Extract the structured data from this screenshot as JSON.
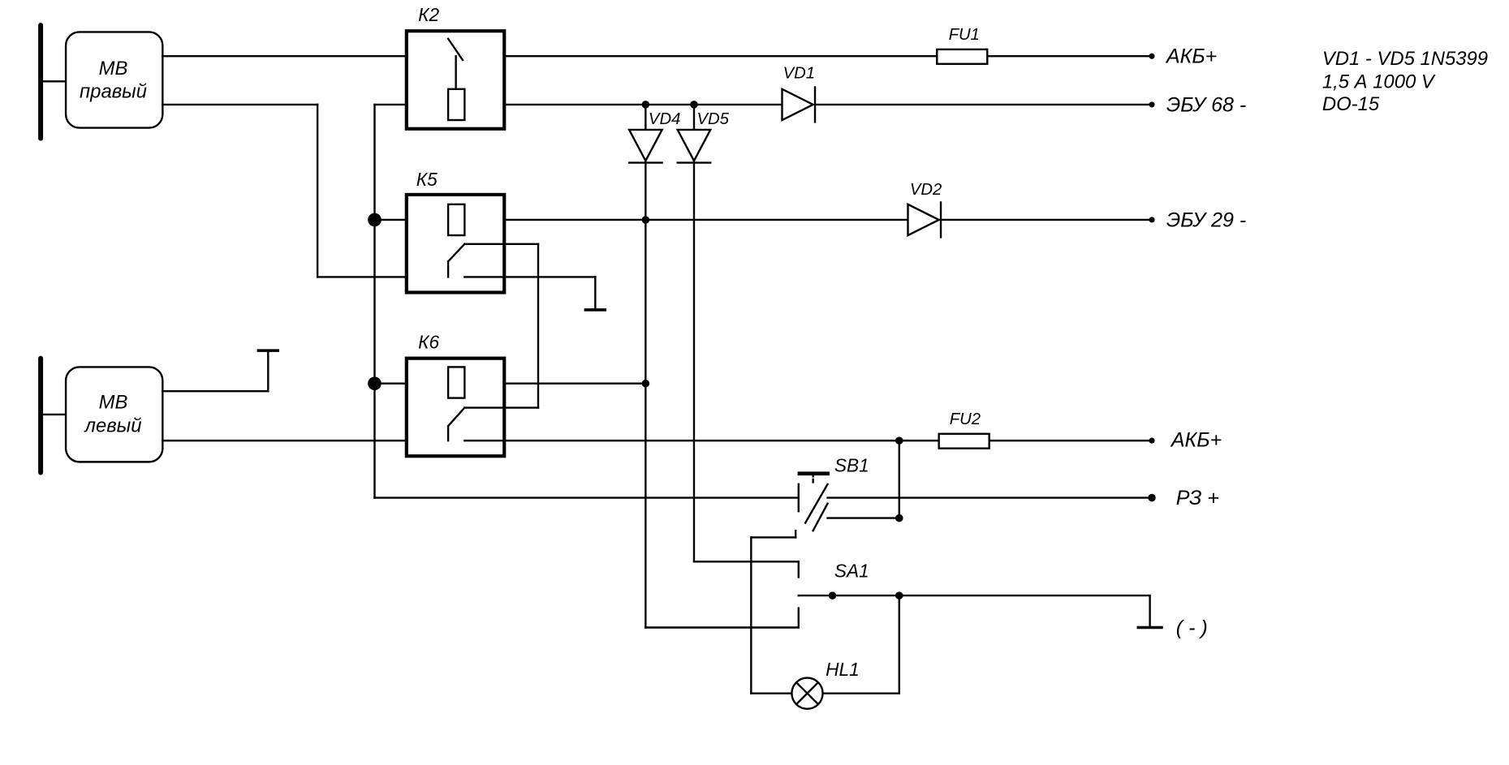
{
  "modules": {
    "right": {
      "line1": "МВ",
      "line2": "правый"
    },
    "left": {
      "line1": "МВ",
      "line2": "левый"
    }
  },
  "relays": {
    "k2": "К2",
    "k5": "К5",
    "k6": "К6"
  },
  "fuses": {
    "fu1": "FU1",
    "fu2": "FU2"
  },
  "diodes": {
    "vd1": "VD1",
    "vd2": "VD2",
    "vd4": "VD4",
    "vd5": "VD5"
  },
  "switches": {
    "sb1": "SB1",
    "sa1": "SA1"
  },
  "lamp": {
    "hl1": "HL1"
  },
  "terminals": {
    "akb_top": "АКБ+",
    "ecu68": "ЭБУ 68 -",
    "ecu29": "ЭБУ 29 -",
    "akb_bottom": "АКБ+",
    "rz": "РЗ +",
    "minus": "( - )"
  },
  "notes": {
    "line1": "VD1 - VD5  1N5399",
    "line2": "1,5 А  1000 V",
    "line3": "DO-15"
  }
}
